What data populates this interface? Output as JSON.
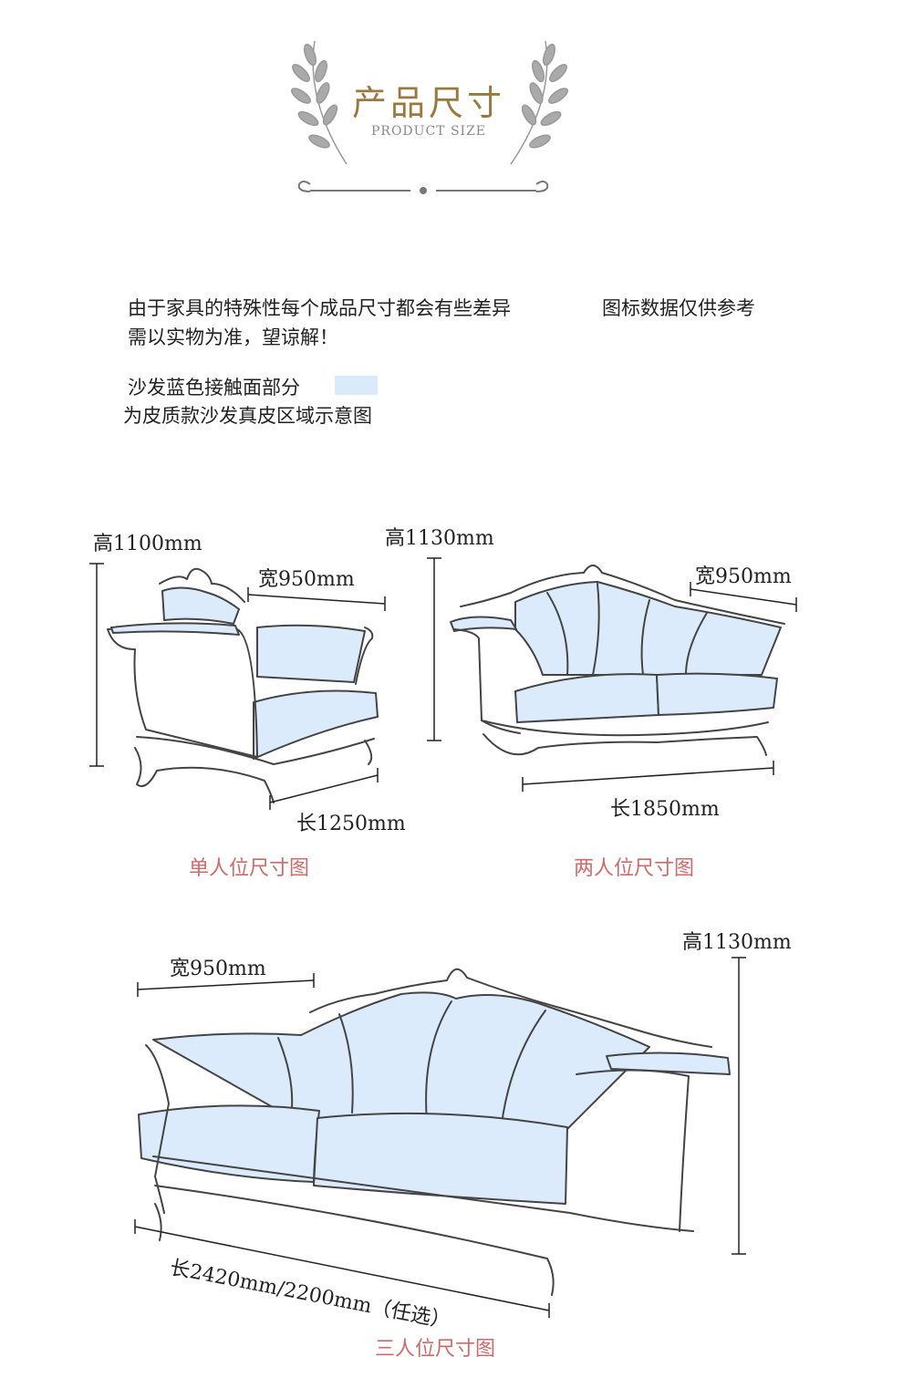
{
  "header": {
    "title_cn": "产品尺寸",
    "title_en": "PRODUCT SIZE"
  },
  "notes": {
    "line1a": "由于家具的特殊性每个成品尺寸都会有些差异",
    "line1b": "图标数据仅供参考",
    "line2": "需以实物为准，望谅解！",
    "line3": "沙发蓝色接触面部分",
    "line4": "为皮质款沙发真皮区域示意图",
    "swatch_color": "#d9ebfb"
  },
  "single": {
    "height": "高1100mm",
    "width": "宽950mm",
    "length": "长1250mm",
    "caption": "单人位尺寸图"
  },
  "double": {
    "height": "高1130mm",
    "width": "宽950mm",
    "length": "长1850mm",
    "caption": "两人位尺寸图"
  },
  "triple": {
    "height": "高1130mm",
    "width": "宽950mm",
    "length": "长2420mm/2200mm（任选）",
    "caption": "三人位尺寸图"
  },
  "colors": {
    "title": "#9a7a3c",
    "caption": "#d06a6a",
    "leather": "#dbebfb"
  }
}
